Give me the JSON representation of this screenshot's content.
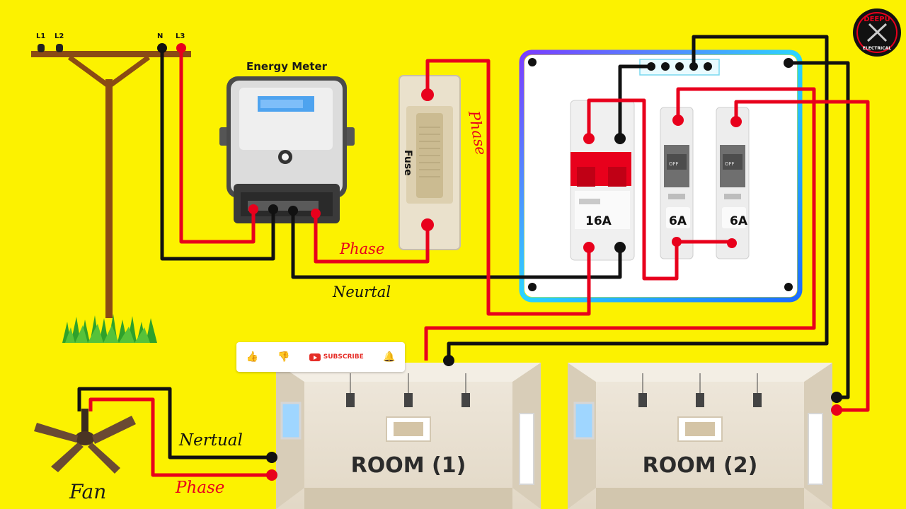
{
  "pole": {
    "terminals": [
      "L1",
      "L2",
      "N",
      "L3"
    ]
  },
  "meter": {
    "title": "Energy Meter"
  },
  "fuse": {
    "label": "Fuse"
  },
  "wire_labels": {
    "phase_fuse": "Phase",
    "phase_meter": "Phase",
    "neutral_main": "Neurtal",
    "fan_neutral": "Nertual",
    "fan_phase": "Phase"
  },
  "breakers": {
    "main_rating": "16A",
    "mcb1_rating": "6A",
    "mcb2_rating": "6A",
    "off_text": "OFF"
  },
  "rooms": [
    {
      "label": "ROOM (1)"
    },
    {
      "label": "ROOM (2)"
    }
  ],
  "fan": {
    "label": "Fan"
  },
  "subscribe_bar": {
    "subscribe_label": "SUBSCRIBE",
    "like_icon": "thumbs-up-icon",
    "dislike_icon": "thumbs-down-icon",
    "bell_icon": "bell-icon"
  },
  "channel_logo": {
    "name": "DEEPU",
    "sub": "ELECTRICAL"
  },
  "colors": {
    "background": "#fcf200",
    "phase_wire": "#e8001c",
    "neutral_wire": "#111111",
    "pole": "#8a4b14"
  }
}
